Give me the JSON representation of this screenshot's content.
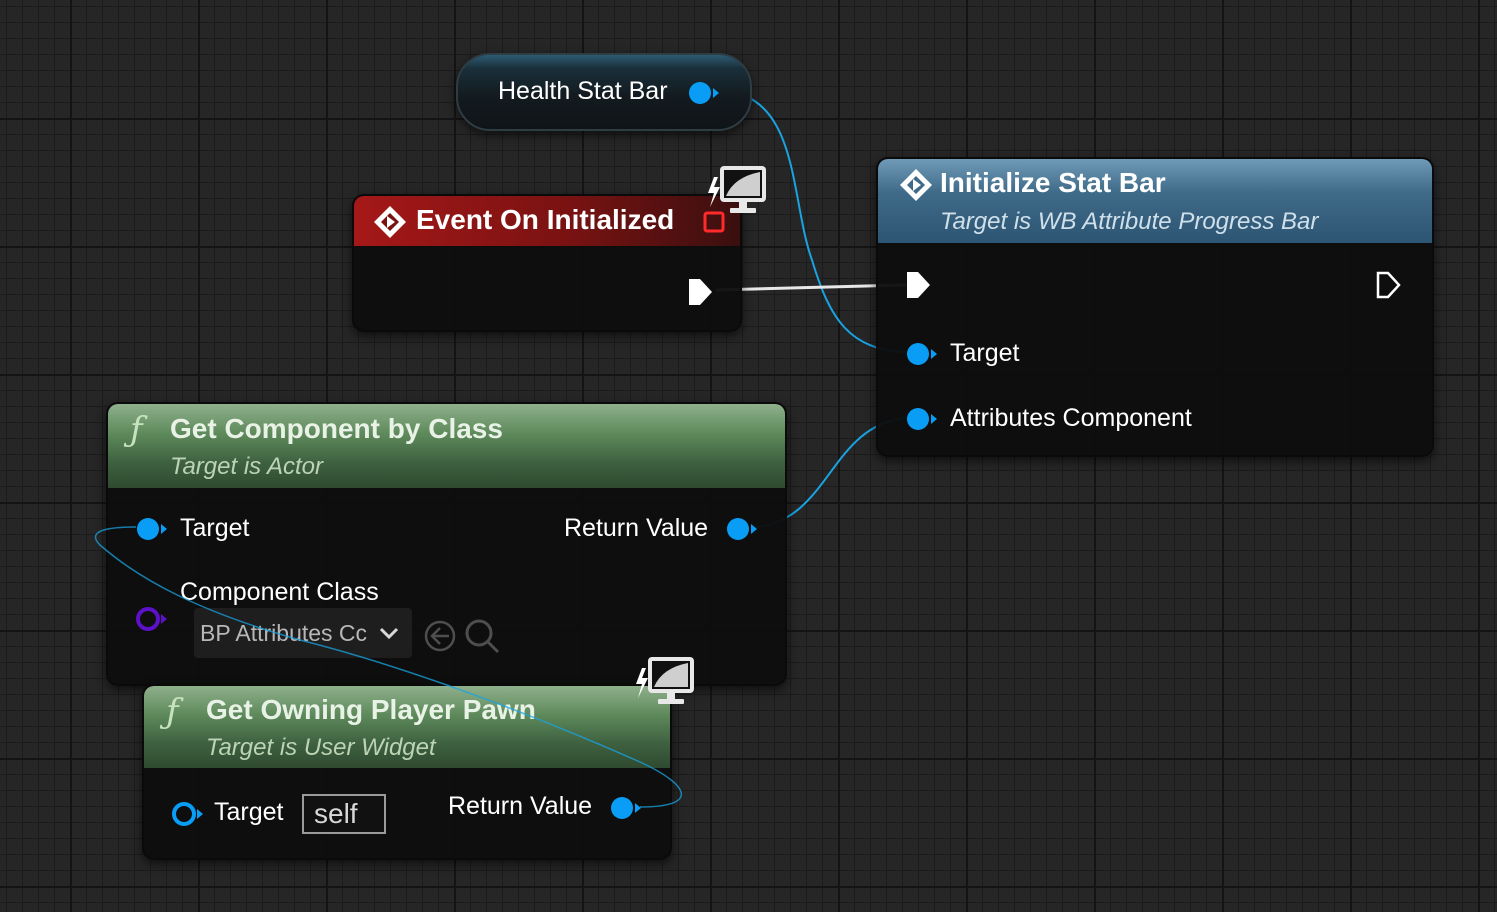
{
  "variable_node": {
    "label": "Health Stat Bar"
  },
  "event_node": {
    "title": "Event On Initialized"
  },
  "initialize_node": {
    "title": "Initialize Stat Bar",
    "subtitle": "Target is WB Attribute Progress Bar",
    "pins": {
      "target": "Target",
      "attributes_component": "Attributes Component"
    }
  },
  "get_component_node": {
    "title": "Get Component by Class",
    "subtitle": "Target is Actor",
    "pins": {
      "target": "Target",
      "return_value": "Return Value",
      "component_class": "Component Class"
    },
    "component_class_value": "BP Attributes Cc"
  },
  "pawn_node": {
    "title": "Get Owning Player Pawn",
    "subtitle": "Target is User Widget",
    "pins": {
      "target": "Target",
      "return_value": "Return Value"
    },
    "target_default": "self"
  },
  "icons": {
    "event": "event-diamond-icon",
    "function": "function-icon",
    "client_only": "client-only-monitor-icon",
    "exec": "exec-pin-icon",
    "object_pin": "object-pin-icon",
    "class_pin": "class-pin-icon",
    "dropdown": "chevron-down-icon",
    "use_selected": "arrow-left-circle-icon",
    "browse": "search-icon"
  },
  "colors": {
    "object_pin": "#0a9df5",
    "class_pin": "#5c10c8",
    "wire": "#1aa3e0",
    "event_header": "#a61818",
    "function_header": "#5e8a5b",
    "call_header": "#3f6a88"
  }
}
